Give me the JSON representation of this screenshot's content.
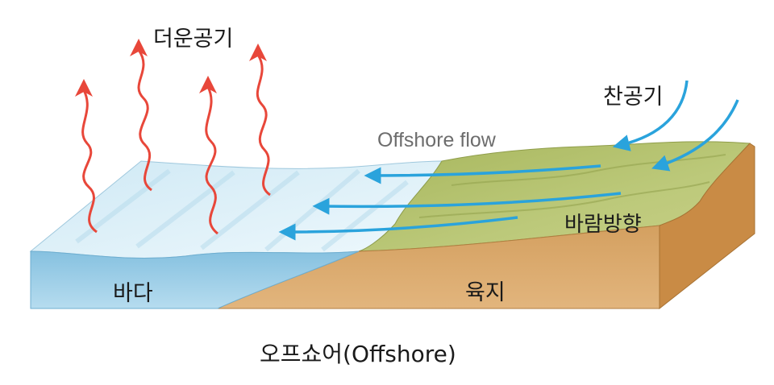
{
  "labels": {
    "hot_air": "더운공기",
    "cold_air": "찬공기",
    "offshore_flow": "Offshore flow",
    "wind_direction": "바람방향",
    "sea": "바다",
    "land": "육지",
    "caption": "오프쇼어(Offshore)"
  },
  "colors": {
    "sea_top": "#d8eef8",
    "sea_front": "#8fc6e3",
    "land_front": "#d9a86a",
    "land_side": "#c88a45",
    "grass": "#b3c06a",
    "hot_arrow": "#e8473a",
    "flow_arrow": "#2aa3dc"
  }
}
